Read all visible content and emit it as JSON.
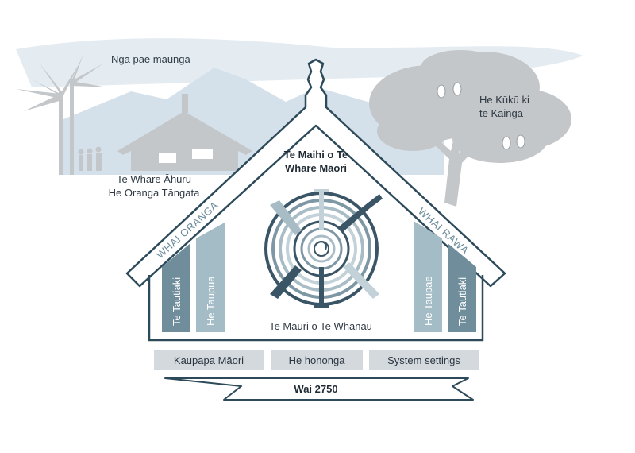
{
  "colors": {
    "house_outline": "#2c4a5a",
    "pillar_dark": "#6f8d9b",
    "pillar_light": "#a4bcc6",
    "base_box": "#d4d9dd",
    "silhouette": "#c4c7ca",
    "sky": "#dfe8ef"
  },
  "background": {
    "mountains_label": "Ngā pae maunga",
    "kuku_label_line1": "He Kūkū ki",
    "kuku_label_line2": "te Kāinga",
    "whare_label_line1": "Te Whare Āhuru",
    "whare_label_line2": "He Oranga Tāngata"
  },
  "house": {
    "ridge_line1": "Te Maihi o Te",
    "ridge_line2": "Whare Māori",
    "left_side_label": "WHAI ORANGA",
    "right_side_label": "WHAI RAWA",
    "center_label": "Te Mauri o Te Whānau",
    "pillars": {
      "left_outer": "Te Tautiaki",
      "left_inner": "He Taupua",
      "right_inner": "He Taupae",
      "right_outer": "Te Tautiaki"
    }
  },
  "base": {
    "items": [
      "Kaupapa Māori",
      "He hononga",
      "System settings"
    ],
    "foundation": "Wai 2750"
  }
}
